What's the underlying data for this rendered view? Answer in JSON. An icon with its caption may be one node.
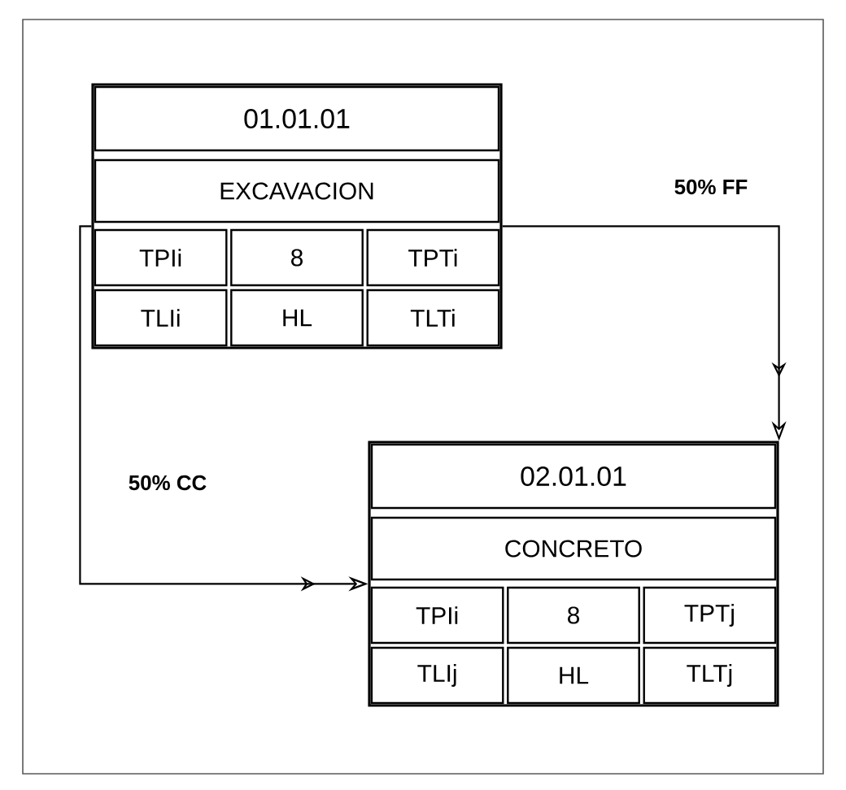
{
  "diagram": {
    "nodes": [
      {
        "text": [
          "01.01.01",
          "EXCAVACION",
          "TPIi",
          "8",
          "TPTi",
          "TLIi",
          "HL",
          "TLTi"
        ]
      },
      {
        "text": [
          "02.01.01",
          "CONCRETO",
          "TPIi",
          "8",
          "TPTj",
          "TLIj",
          "HL",
          "TLTj"
        ]
      }
    ],
    "edges": [
      {
        "from": 0,
        "to": 1,
        "arrow": "to",
        "label": "50% CC"
      },
      {
        "from": 0,
        "to": 1,
        "arrow": "to",
        "label": "50% FF"
      }
    ]
  }
}
